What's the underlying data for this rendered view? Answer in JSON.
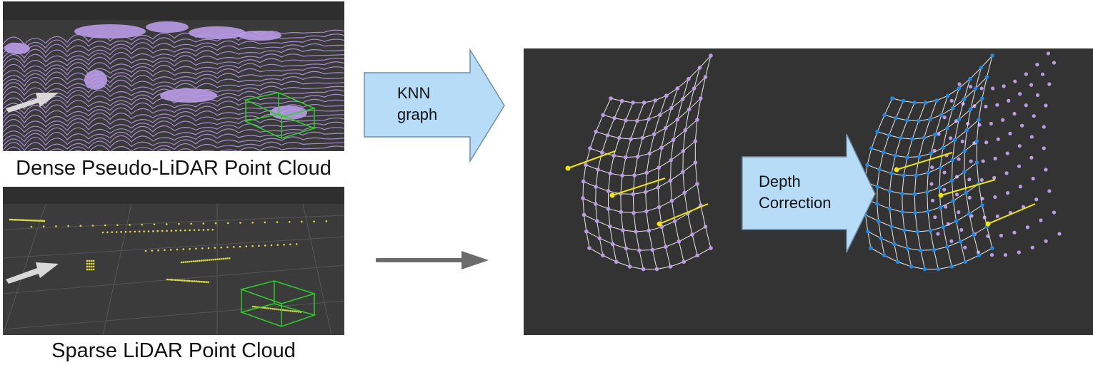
{
  "captions": {
    "dense": "Dense Pseudo-LiDAR Point Cloud",
    "sparse": "Sparse LiDAR Point Cloud"
  },
  "arrows": {
    "knn_line1": "KNN",
    "knn_line2": "graph",
    "depth_line1": "Depth",
    "depth_line2": "Correction"
  },
  "colors": {
    "panel_bg": "#333333",
    "pseudo_points": "#b99be6",
    "lidar_points": "#d8d84a",
    "bbox": "#2bd12b",
    "arrow_fill": "#b6dcf8",
    "corrected_points": "#1e88e5",
    "correction_vector": "#f2e600",
    "connector": "#6b6b6b"
  }
}
